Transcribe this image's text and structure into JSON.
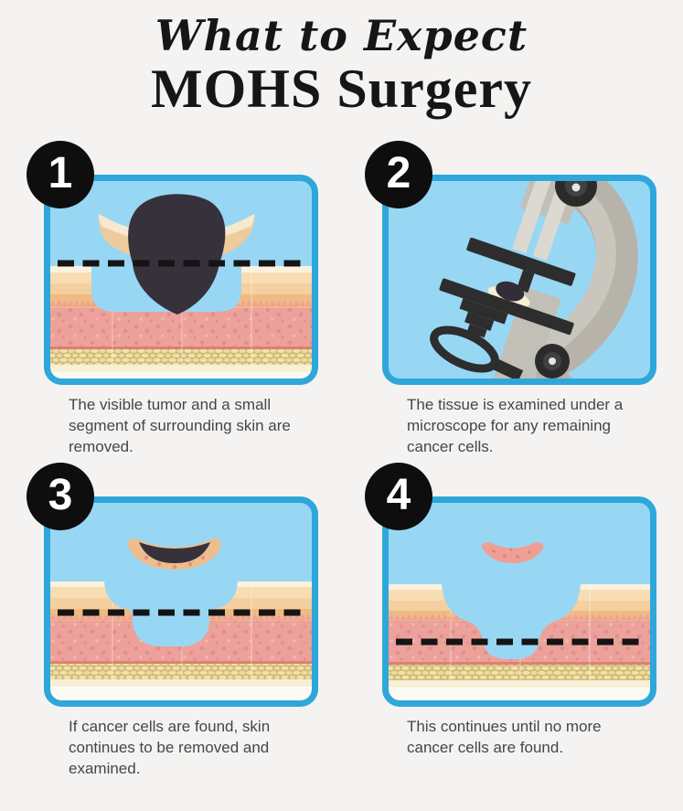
{
  "header": {
    "script_title": "What to Expect",
    "main_title": "MOHS Surgery"
  },
  "steps": [
    {
      "number": "1",
      "caption": "The visible tumor and a small segment of surrounding skin are removed.",
      "illustration": "tumor-excision"
    },
    {
      "number": "2",
      "caption": "The tissue is examined under a microscope for any remaining cancer cells.",
      "illustration": "microscope-examination"
    },
    {
      "number": "3",
      "caption": "If cancer cells are found, skin continues to be removed and examined.",
      "illustration": "deeper-excision"
    },
    {
      "number": "4",
      "caption": "This continues until no more cancer cells are found.",
      "illustration": "deepest-excision"
    }
  ],
  "palette": {
    "page-bg": "#f4f3f1",
    "panel-border": "#2ea7da",
    "sky": "#98d7f4",
    "badge-bg": "#0e0e0e",
    "badge-text": "#ffffff",
    "title-color": "#161616",
    "caption-color": "#42474c",
    "tumor": "#37313c",
    "dash": "#141414"
  }
}
